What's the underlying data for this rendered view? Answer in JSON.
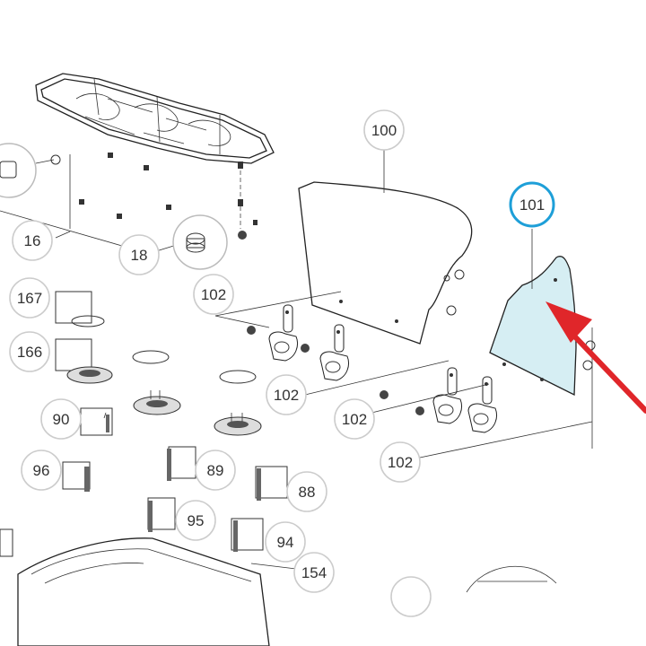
{
  "callouts": {
    "c100": "100",
    "c101": "101",
    "c16": "16",
    "c18": "18",
    "c167": "167",
    "c166": "166",
    "c90": "90",
    "c96": "96",
    "c89": "89",
    "c88": "88",
    "c95": "95",
    "c94": "94",
    "c154": "154",
    "c102a": "102",
    "c102b": "102",
    "c102c": "102",
    "c102d": "102"
  },
  "colors": {
    "highlight_ring": "#1e9fd8",
    "glass_fill": "#d6eef3",
    "arrow": "#e0262a",
    "bubble_stroke": "#cccccc",
    "ink": "#222222"
  },
  "icons": {
    "pointer": "red-arrow-icon"
  }
}
